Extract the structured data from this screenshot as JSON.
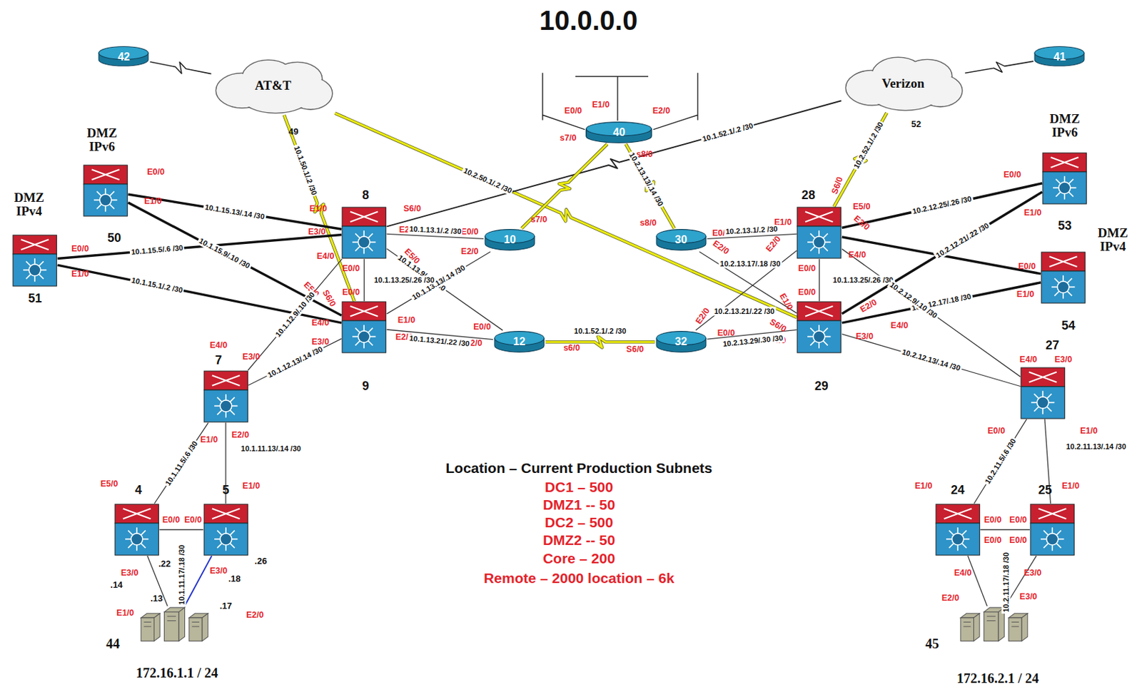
{
  "diagram": {
    "title": "10.0.0.0",
    "nodes": [
      {
        "text": [
          "42"
        ]
      },
      {
        "text": [
          "AT&T"
        ]
      },
      {
        "text": [
          "Verizon"
        ]
      },
      {
        "text": [
          "41"
        ]
      },
      {
        "text": [
          "40"
        ]
      },
      {
        "text": [
          "DMZ IPv6",
          "50"
        ]
      },
      {
        "text": [
          "DMZ IPv4",
          "51"
        ]
      },
      {
        "text": [
          "8"
        ]
      },
      {
        "text": [
          "9"
        ]
      },
      {
        "text": [
          "10"
        ]
      },
      {
        "text": [
          "12"
        ]
      },
      {
        "text": [
          "30"
        ]
      },
      {
        "text": [
          "32"
        ]
      },
      {
        "text": [
          "28"
        ]
      },
      {
        "text": [
          "29"
        ]
      },
      {
        "text": [
          "DMZ IPv6",
          "53"
        ]
      },
      {
        "text": [
          "DMZ IPv4",
          "54"
        ]
      },
      {
        "text": [
          "7"
        ]
      },
      {
        "text": [
          "4"
        ]
      },
      {
        "text": [
          "5"
        ]
      },
      {
        "text": [
          "27"
        ]
      },
      {
        "text": [
          "24"
        ]
      },
      {
        "text": [
          "25"
        ]
      },
      {
        "text": [
          "44",
          "172.16.1.1 / 24"
        ]
      },
      {
        "text": [
          "45",
          "172.16.2.1 / 24"
        ]
      }
    ],
    "edges": [
      {
        "from": 0,
        "to": 1,
        "arrow": "none"
      },
      {
        "from": 2,
        "to": 3,
        "arrow": "none"
      },
      {
        "from": 1,
        "to": 8,
        "arrow": "none",
        "label": "10.1.50.1/.2 /30"
      },
      {
        "from": 1,
        "to": 14,
        "arrow": "none",
        "label": "10.2.50.1/.2 /30"
      },
      {
        "from": 2,
        "to": 7,
        "arrow": "none",
        "label": "10.1.52.1/.2 /30"
      },
      {
        "from": 2,
        "to": 13,
        "arrow": "none",
        "label": "10.2.52.1/.2 /30"
      },
      {
        "from": 4,
        "to": 9,
        "arrow": "none"
      },
      {
        "from": 4,
        "to": 11,
        "arrow": "none",
        "label": "10.2.13.13/.14 /30"
      },
      {
        "from": 7,
        "to": 9,
        "arrow": "none",
        "label": "10.1.13.1/.2 /30"
      },
      {
        "from": 7,
        "to": 10,
        "arrow": "none",
        "label": "10.1.13.9/.10 /30"
      },
      {
        "from": 8,
        "to": 9,
        "arrow": "none",
        "label": "10.1.13.13/.14 /30"
      },
      {
        "from": 8,
        "to": 10,
        "arrow": "none",
        "label": "10.1.13.21/.22 /30"
      },
      {
        "from": 7,
        "to": 8,
        "arrow": "none",
        "label": "10.1.13.25/.26 /30"
      },
      {
        "from": 10,
        "to": 12,
        "arrow": "none",
        "label": "10.1.52.1/.2 /30"
      },
      {
        "from": 12,
        "to": 14,
        "arrow": "none",
        "label": "10.2.13.29/.30 /30"
      },
      {
        "from": 11,
        "to": 13,
        "arrow": "none",
        "label": "10.2.13.1/.2 /30"
      },
      {
        "from": 12,
        "to": 13,
        "arrow": "none",
        "label": "10.2.13.21/.22 /30"
      },
      {
        "from": 11,
        "to": 14,
        "arrow": "none",
        "label": "10.2.13.17/.18 /30"
      },
      {
        "from": 13,
        "to": 14,
        "arrow": "none",
        "label": "10.1.13.25/.26 /30"
      },
      {
        "from": 5,
        "to": 7,
        "arrow": "none",
        "label": "10.1.15.13/.14 /30"
      },
      {
        "from": 5,
        "to": 8,
        "arrow": "none",
        "label": "10.1.15.9/.10 /30"
      },
      {
        "from": 6,
        "to": 7,
        "arrow": "none",
        "label": "10.1.15.5/.6 /30"
      },
      {
        "from": 6,
        "to": 8,
        "arrow": "none",
        "label": "10.1.15.1/.2 /30"
      },
      {
        "from": 17,
        "to": 7,
        "arrow": "none",
        "label": "10.1.12.9/.10 /30"
      },
      {
        "from": 17,
        "to": 8,
        "arrow": "none",
        "label": "10.1.12.13/.14 /30"
      },
      {
        "from": 17,
        "to": 18,
        "arrow": "none",
        "label": "10.1.11.5/.6 /30"
      },
      {
        "from": 17,
        "to": 19,
        "arrow": "none",
        "label": "10.1.11.13/.14 /30"
      },
      {
        "from": 18,
        "to": 19,
        "arrow": "none",
        "label": "10.1.11.17/.18 /30"
      },
      {
        "from": 18,
        "to": 23,
        "arrow": "none"
      },
      {
        "from": 19,
        "to": 23,
        "arrow": "none"
      },
      {
        "from": 13,
        "to": 15,
        "arrow": "none",
        "label": "10.2.12.25/.26 /30"
      },
      {
        "from": 13,
        "to": 16,
        "arrow": "none"
      },
      {
        "from": 14,
        "to": 15,
        "arrow": "none",
        "label": "10.2.12.21/.22 /30"
      },
      {
        "from": 14,
        "to": 16,
        "arrow": "none",
        "label": "10.2.12.17/.18 /30"
      },
      {
        "from": 13,
        "to": 20,
        "arrow": "none",
        "label": "10.2.12.9/.10 /30"
      },
      {
        "from": 14,
        "to": 20,
        "arrow": "none",
        "label": "10.2.12.13/.14 /30"
      },
      {
        "from": 20,
        "to": 21,
        "arrow": "none",
        "label": "10.2.11.5/.6 /30"
      },
      {
        "from": 20,
        "to": 22,
        "arrow": "none",
        "label": "10.2.11.13/.14 /30"
      },
      {
        "from": 21,
        "to": 22,
        "arrow": "none",
        "label": "10.2.11.17/.18 /30"
      },
      {
        "from": 21,
        "to": 24,
        "arrow": "none"
      },
      {
        "from": 22,
        "to": 24,
        "arrow": "none"
      }
    ],
    "labels": [
      "E0/0",
      "E1/0",
      "E2/0",
      "s7/0",
      "s8/0",
      "E0/0",
      "E1/0",
      "E0/0",
      "E1/0",
      "E1/0",
      "E3/0",
      "E4/0",
      "S6/0",
      "E2/0",
      "E5/0",
      "E0/0",
      "E0/0",
      "S6/0",
      "E5/0",
      "E4/0",
      "E3/0",
      "E1/0",
      "E2/0",
      "E0/0",
      "E2/0",
      "s7/0",
      "E0/0",
      "E2/0",
      "s6/0",
      "s8/0",
      "E0/0",
      "S6/0",
      "E0/0",
      "E2/0",
      "S6/0",
      "E1/0",
      "E2/0",
      "E5/0",
      "E3/0",
      "E4/0",
      "E0/0",
      "E0/0",
      "E2/0",
      "E1/0",
      "S6/0",
      "E5/0",
      "E2/0",
      "E4/0",
      "E3/0",
      "E0/0",
      "E1/0",
      "E0/0",
      "E1/0",
      "E4/0",
      "E3/0",
      "E0/0",
      "E1/0",
      "E1/0",
      "E1/0",
      "E0/0",
      "E0/0",
      "E0/0",
      "E0/0",
      "E4/0",
      "E3/0",
      "E2/0",
      "E3/0",
      "E4/0",
      "E3/0",
      "E1/0",
      "E2/0",
      "E5/0",
      "E1/0",
      "E0/0",
      "E0/0",
      "E3/0",
      "E3/0",
      "E1/0",
      "E2/0",
      "49",
      "52",
      ".22",
      ".26",
      ".14",
      ".13",
      ".18",
      ".17",
      "Location – Current Production Subnets",
      "DC1 – 500",
      "DMZ1 -- 50",
      "DC2 – 500",
      "DMZ2 -- 50",
      "Core – 200",
      "Remote – 2000 location – 6k"
    ]
  }
}
